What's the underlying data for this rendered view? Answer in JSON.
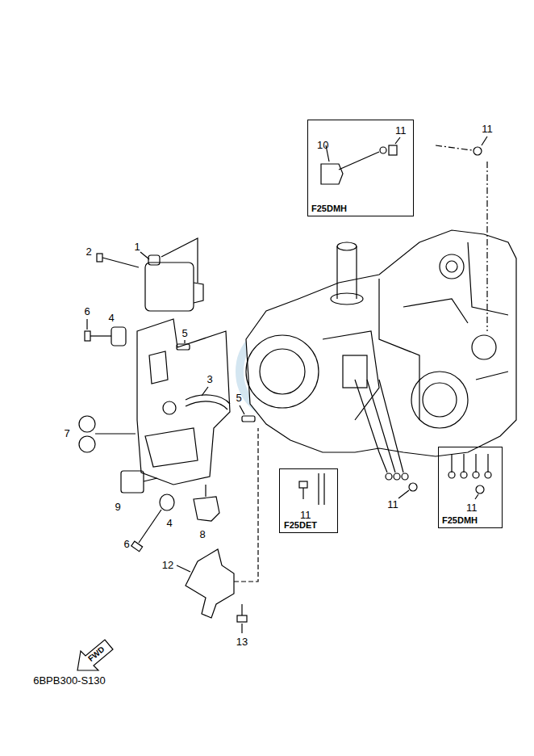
{
  "diagram": {
    "nodes": [
      {
        "text": [
          "10",
          "11",
          "F25DMH"
        ]
      },
      {
        "text": [
          "11",
          "F25DET"
        ]
      },
      {
        "text": [
          "11",
          "F25DMH"
        ]
      },
      {
        "text": [
          "FWD"
        ]
      }
    ],
    "labels": [
      "11",
      "1",
      "2",
      "6",
      "4",
      "5",
      "3",
      "5",
      "7",
      "9",
      "4",
      "6",
      "8",
      "11",
      "12",
      "13",
      "6BPB300-S130"
    ]
  }
}
